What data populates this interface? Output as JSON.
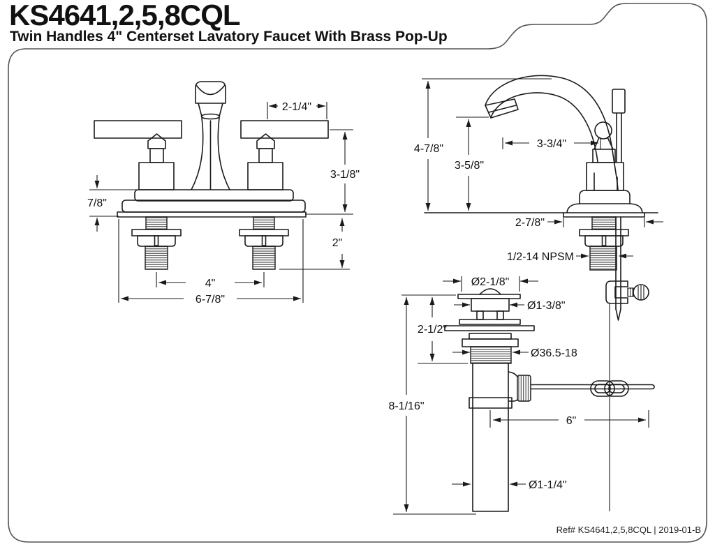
{
  "header": {
    "title": "KS4641,2,5,8CQL",
    "subtitle": "Twin Handles 4\" Centerset Lavatory Faucet With Brass Pop-Up"
  },
  "views": {
    "front": {
      "dims": {
        "handle_width": "2-1/4\"",
        "height_above_deck": "3-1/8\"",
        "deck_height": "7/8\"",
        "shank_length": "2\"",
        "handle_spacing": "4\"",
        "overall_width": "6-7/8\""
      }
    },
    "side": {
      "dims": {
        "overall_height": "4-7/8\"",
        "spout_height": "3-5/8\"",
        "spout_reach": "3-3/4\"",
        "base_depth": "2-7/8\"",
        "shank_thread": "1/2-14 NPSM"
      }
    },
    "drain": {
      "dims": {
        "flange_diameter": "Ø2-1/8\"",
        "cap_diameter": "Ø1-3/8\"",
        "upper_height": "2-1/2\"",
        "thread_spec": "Ø36.5-18",
        "overall_height": "8-1/16\"",
        "rod_length": "6\"",
        "tailpiece_diameter": "Ø1-1/4\""
      }
    }
  },
  "footer": {
    "reference": "Ref# KS4641,2,5,8CQL | 2019-01-B"
  },
  "colors": {
    "line": "#1a1a1a",
    "border": "#555555",
    "background": "#ffffff"
  }
}
